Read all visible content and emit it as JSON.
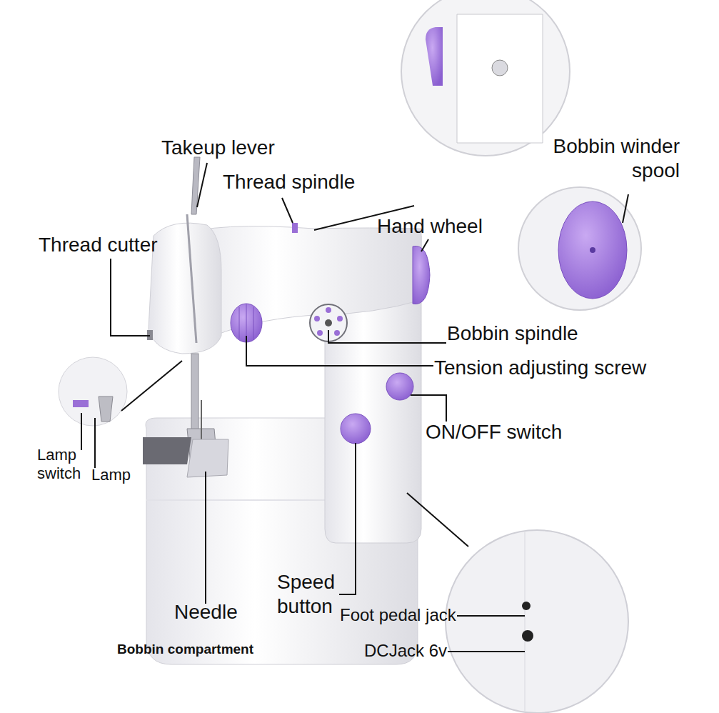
{
  "diagram": {
    "labels": [
      "Takeup lever",
      "Thread spindle",
      "Thread cutter",
      "Hand wheel",
      "Bobbin winder spool",
      "Bobbin spindle",
      "Tension adjusting screw",
      "ON/OFF switch",
      "Lamp switch",
      "Lamp",
      "Speed button",
      "Needle",
      "Bobbin compartment",
      "Foot pedal jack",
      "DCJack 6v"
    ]
  }
}
